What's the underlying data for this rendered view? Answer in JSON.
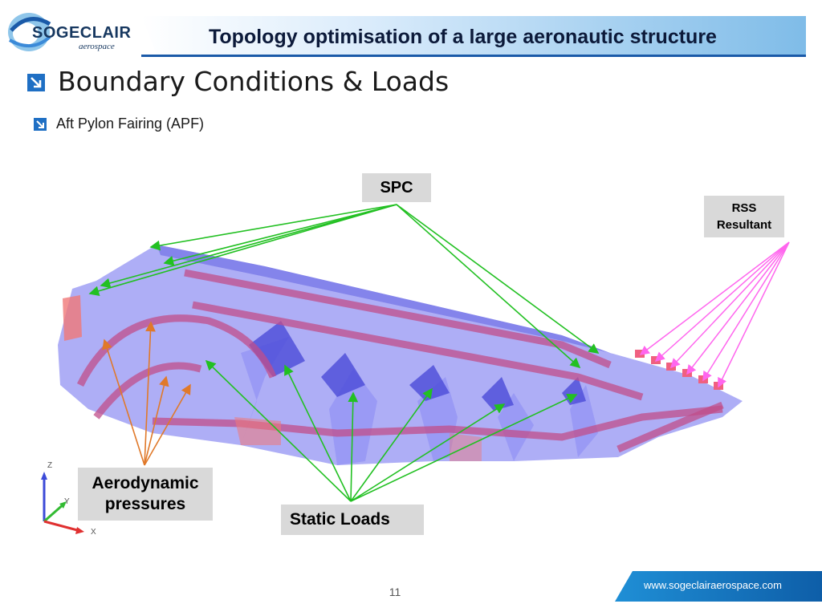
{
  "logo": {
    "word": "SOGECLAIR",
    "sub": "aerospace"
  },
  "header": {
    "title": "Topology optimisation of a large aeronautic structure"
  },
  "slide": {
    "heading": "Boundary Conditions & Loads",
    "subheading": "Aft Pylon Fairing (APF)"
  },
  "labels": {
    "spc": "SPC",
    "rss_line1": "RSS",
    "rss_line2": "Resultant",
    "aero_line1": "Aerodynamic",
    "aero_line2": "pressures",
    "static_loads": "Static Loads"
  },
  "axes": {
    "z": "Z",
    "y": "Y",
    "x": "X"
  },
  "footer": {
    "page_number": "11",
    "url": "www.sogeclairaerospace.com"
  },
  "colors": {
    "structure": "#7c7cf0",
    "fairing_ribs": "#c04e8a",
    "spc_arrows": "#22c022",
    "static_arrows": "#22c022",
    "aero_arrows": "#e0792a",
    "rss_arrows": "#ff66ee",
    "brand_blue": "#1a5aa8"
  }
}
